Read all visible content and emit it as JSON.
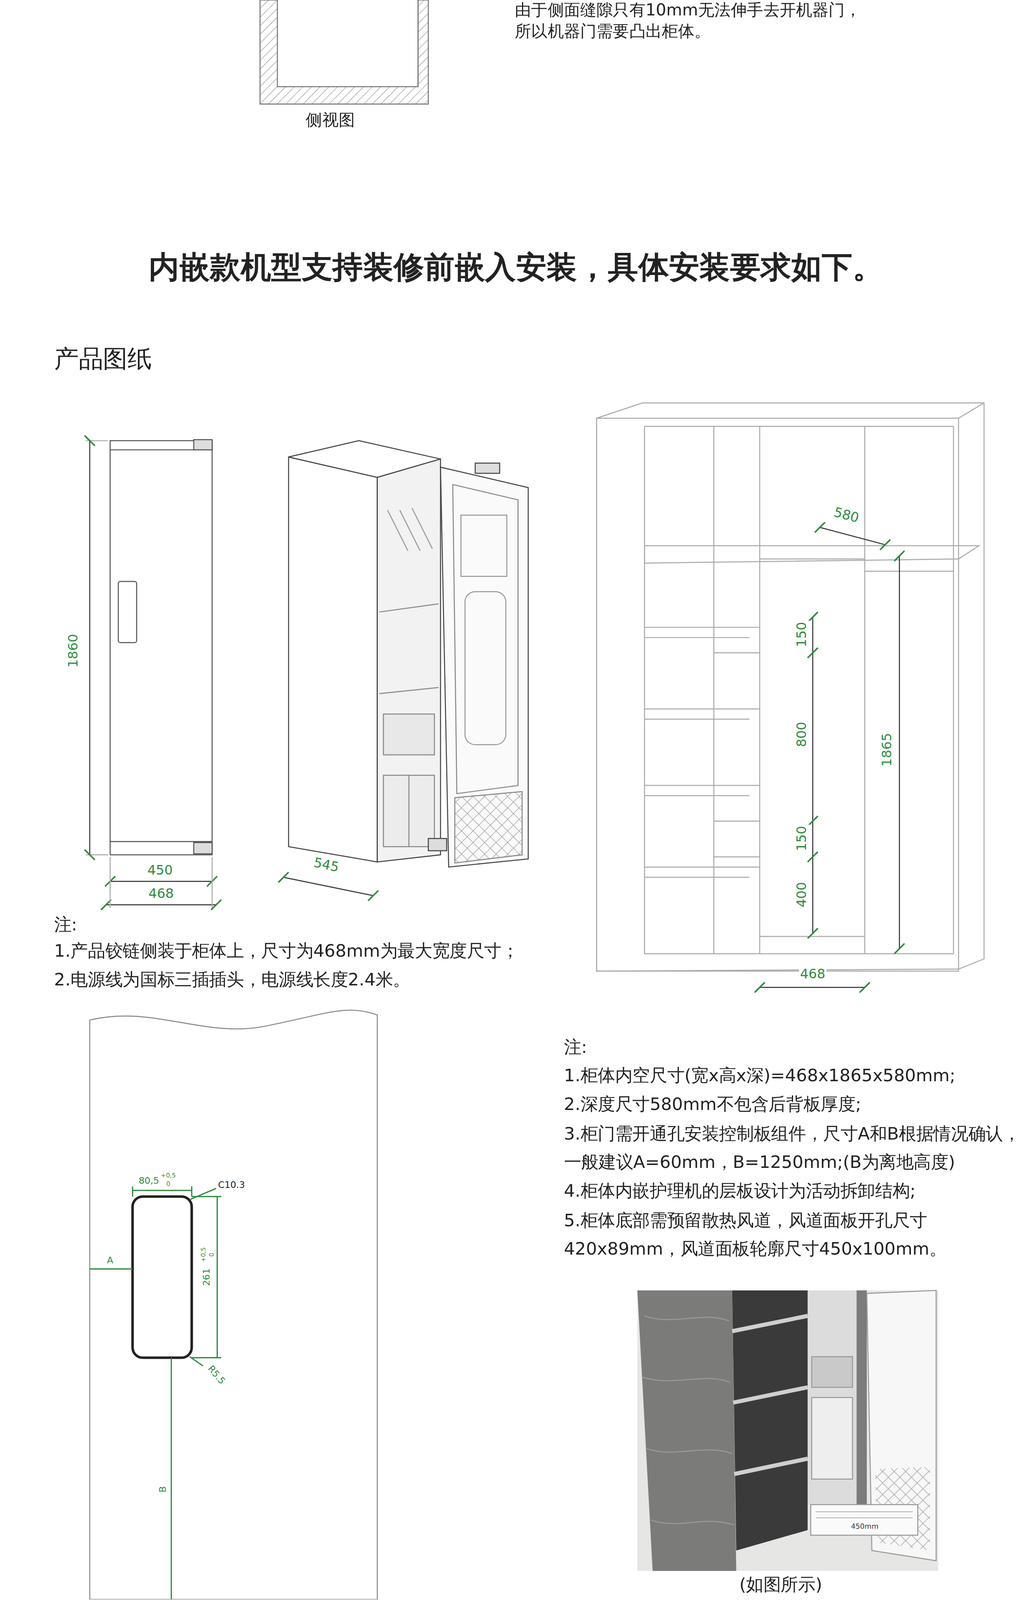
{
  "diagram": {
    "title": "内嵌款机型支持装修前嵌入安装，具体安装要求如下。",
    "labels": [
      "由于侧面缝隙只有10mm无法伸手去开机器门，",
      "所以机器门需要凸出柜体。",
      "侧视图",
      "产品图纸",
      "1860",
      "450",
      "468",
      "545",
      "580",
      "150",
      "800",
      "150",
      "400",
      "1865",
      "468",
      "注:",
      "1.产品铰链侧装于柜体上，尺寸为468mm为最大宽度尺寸；",
      "2.电源线为国标三插插头，电源线长度2.4米。",
      "80,5",
      "+0,5",
      "0",
      "C10.3",
      "A",
      "261",
      "+0,5",
      "0",
      "R5.5",
      "B",
      "注:",
      "1.柜体内空尺寸(宽x高x深)=468x1865x580mm;",
      "2.深度尺寸580mm不包含后背板厚度;",
      "3.柜门需开通孔安装控制板组件，尺寸A和B根据情况确认，一般建议A=60mm，B=1250mm;(B为离地高度)",
      "4.柜体内嵌护理机的层板设计为活动拆卸结构;",
      "5.柜体底部需预留散热风道，风道面板开孔尺寸420x89mm，风道面板轮廓尺寸450x100mm。",
      "450mm",
      "(如图所示)"
    ]
  }
}
